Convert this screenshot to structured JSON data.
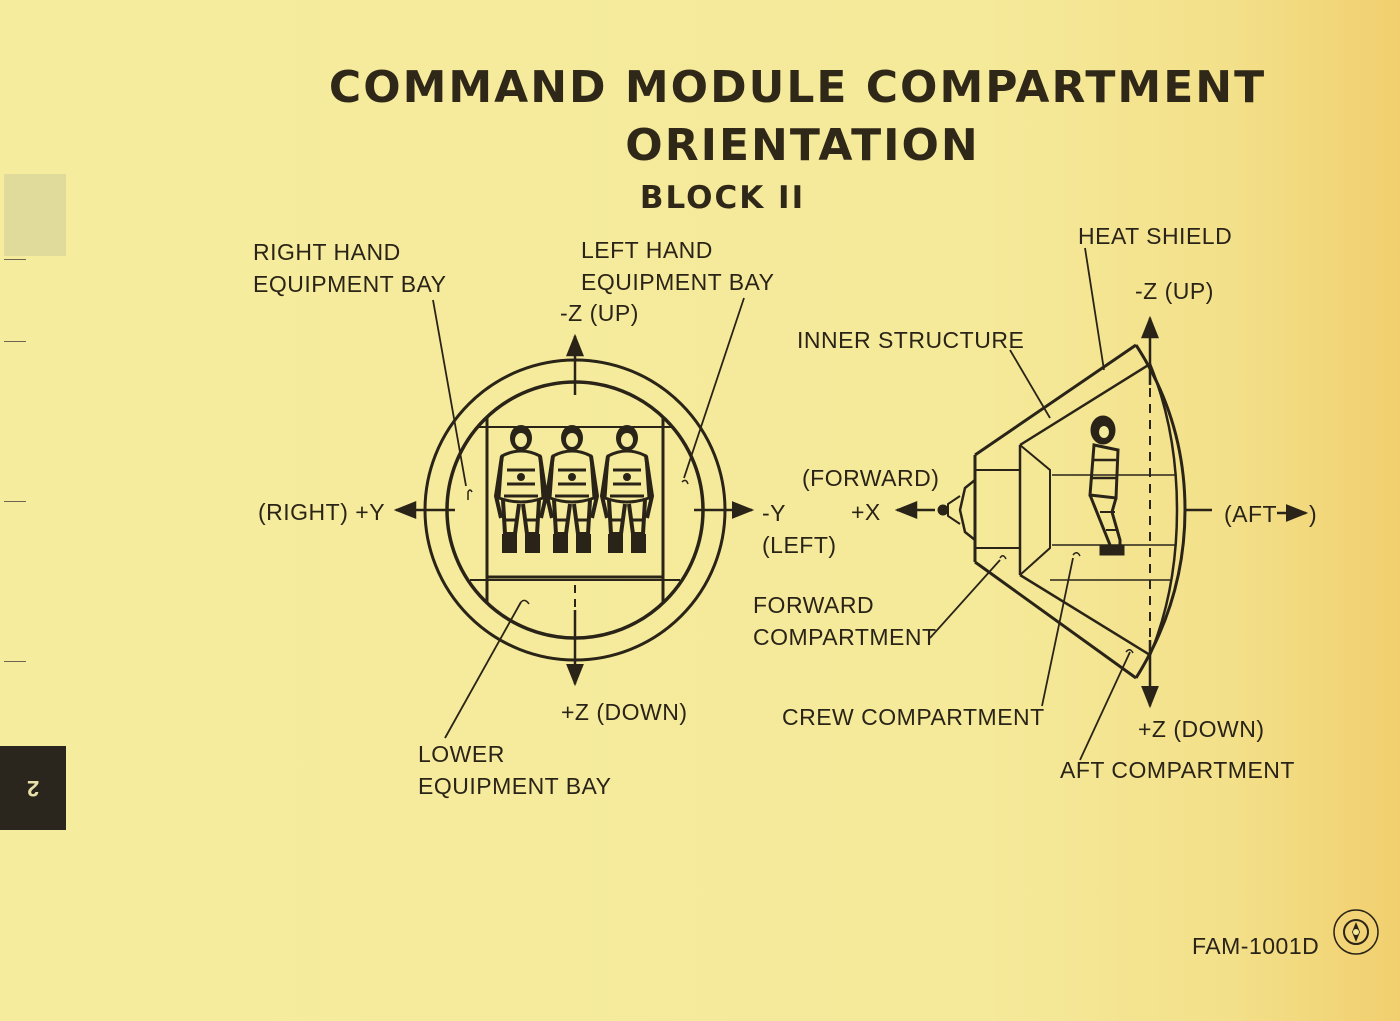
{
  "title": {
    "line1": "COMMAND MODULE COMPARTMENT",
    "line2": "ORIENTATION",
    "line3": "BLOCK II"
  },
  "left_view": {
    "right_hand_bay": [
      "RIGHT HAND",
      "EQUIPMENT BAY"
    ],
    "left_hand_bay": [
      "LEFT HAND",
      "EQUIPMENT BAY"
    ],
    "up": "-Z (UP)",
    "down": "+Z (DOWN)",
    "right": "(RIGHT) +Y",
    "left_axis": "-Y",
    "left_word": "(LEFT)",
    "lower_bay": [
      "LOWER",
      "EQUIPMENT BAY"
    ]
  },
  "right_view": {
    "heat_shield": "HEAT SHIELD",
    "up": "-Z (UP)",
    "inner_structure": "INNER STRUCTURE",
    "forward_word": "(FORWARD)",
    "forward_axis": "+X",
    "aft": "(AFT",
    "aft_close": ")",
    "forward_compartment": [
      "FORWARD",
      "COMPARTMENT"
    ],
    "crew_compartment": "CREW COMPARTMENT",
    "down": "+Z (DOWN)",
    "aft_compartment": "AFT COMPARTMENT"
  },
  "page_tab": "2",
  "doc_number": "FAM-1001D",
  "colors": {
    "paper": "#f6ec9e",
    "ink": "#2a2418",
    "tab": "#2a261d"
  }
}
